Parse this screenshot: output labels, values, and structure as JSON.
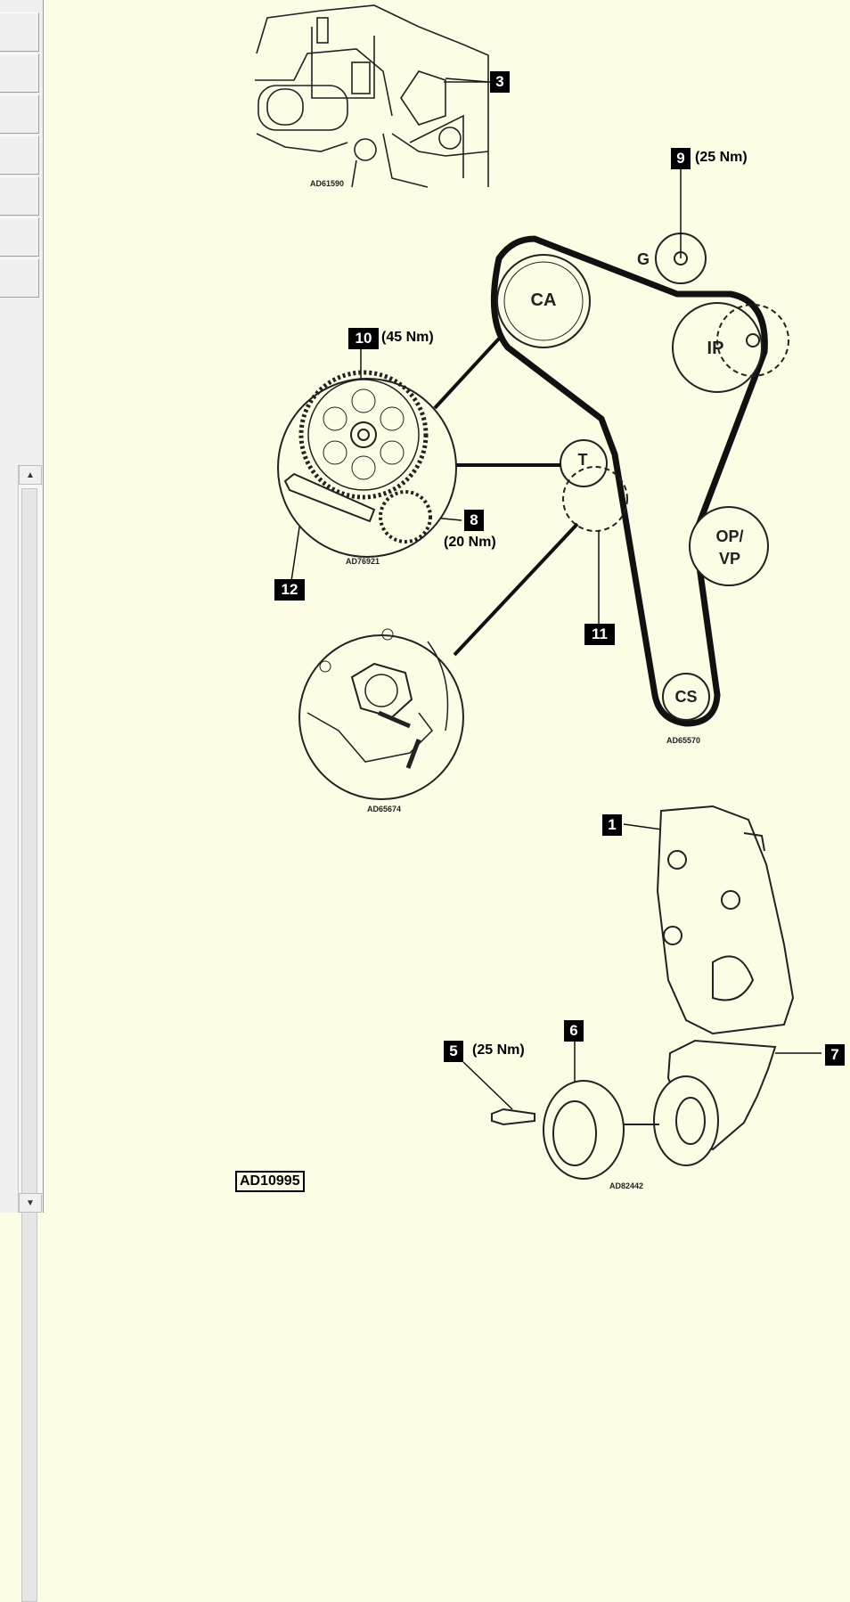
{
  "callouts": {
    "c1": "1",
    "c3": "3",
    "c5": "5",
    "c6": "6",
    "c7": "7",
    "c8": "8",
    "c9": "9",
    "c10": "10",
    "c11": "11",
    "c12": "12"
  },
  "torques": {
    "t9": "(25 Nm)",
    "t10": "(45 Nm)",
    "t8": "(20 Nm)",
    "t5": "(25 Nm)"
  },
  "pulleys": {
    "ca": "CA",
    "g": "G",
    "ip": "IP",
    "t": "T",
    "op_line1": "OP/",
    "op_line2": "VP",
    "cs": "CS"
  },
  "refs": {
    "top": "AD61590",
    "gear": "AD76921",
    "belt": "AD65570",
    "tensioner": "AD65674",
    "pulley": "AD82442",
    "main": "AD10995"
  },
  "colors": {
    "background": "#fdfde6",
    "callout_bg": "#000000",
    "callout_fg": "#ffffff",
    "belt": "#111111"
  },
  "icons": {
    "scroll_up": "▲",
    "scroll_down": "▼"
  }
}
